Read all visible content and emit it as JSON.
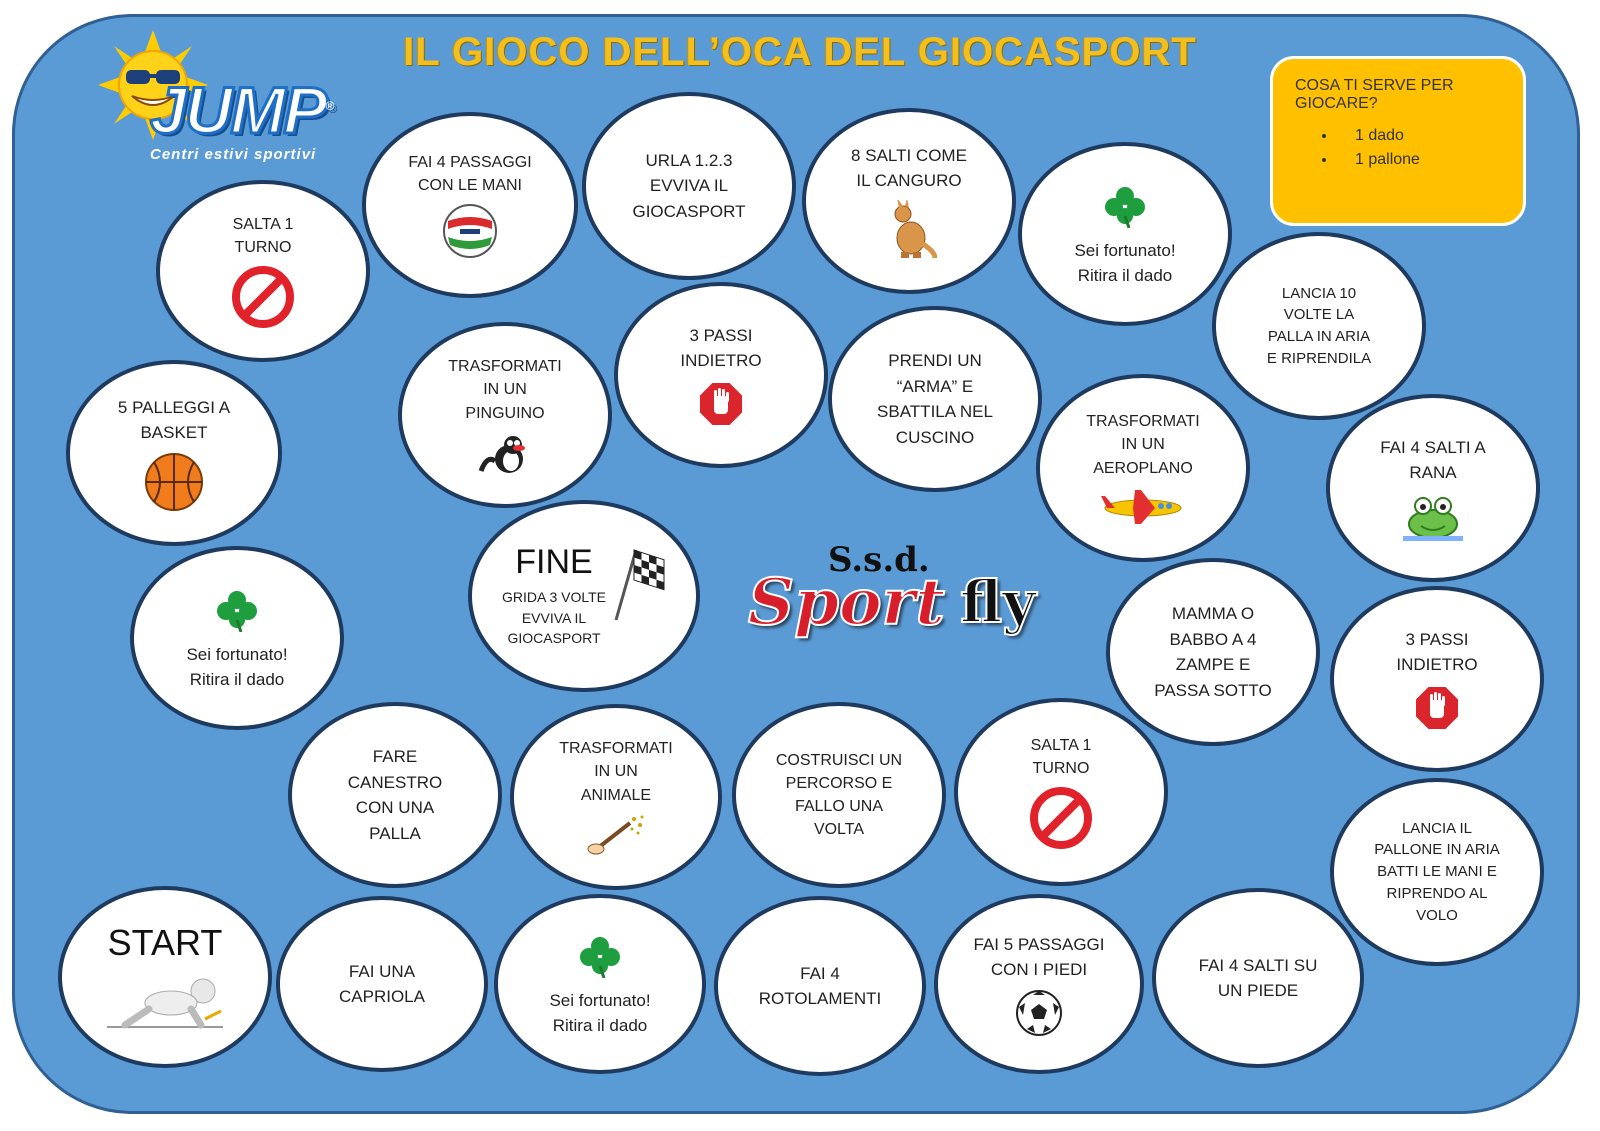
{
  "title": "IL GIOCO DELL’OCA DEL GIOCASPORT",
  "logo": {
    "brand": "JUMP",
    "reg": "®",
    "subtitle": "Centri estivi sportivi"
  },
  "sponsor": {
    "ssd": "S.s.d.",
    "sport": "Sport",
    "fly": "fly"
  },
  "info": {
    "heading": "COSA TI SERVE PER GIOCARE?",
    "items": [
      "1 dado",
      "1 pallone"
    ]
  },
  "colors": {
    "board": "#5b9bd5",
    "info_box": "#ffc000",
    "title": "#f2bf1f",
    "cell_border": "#1e3a5f"
  },
  "cells": {
    "start": {
      "label": "START",
      "icon": "crawling-figure-icon"
    },
    "capriola": {
      "text": "FAI UNA\nCAPRIOLA"
    },
    "lucky1": {
      "text": "Sei fortunato!\nRitira il dado",
      "icon": "clover-icon"
    },
    "rotolamenti": {
      "text": "FAI 4\nROTOLAMENTI"
    },
    "passaggi_piedi": {
      "text": "FAI 5 PASSAGGI\nCON I PIEDI",
      "icon": "soccer-ball-icon"
    },
    "salti_piede": {
      "text": "FAI 4 SALTI SU\nUN PIEDE"
    },
    "lancia_pallone": {
      "text": "LANCIA IL\nPALLONE IN ARIA\nBATTI LE MANI E\nRIPRENDO AL\nVOLO"
    },
    "passi_indietro_right": {
      "text": "3 PASSI\nINDIETRO",
      "icon": "stop-hand-icon"
    },
    "salti_rana": {
      "text": "FAI 4 SALTI A\nRANA",
      "icon": "frog-icon"
    },
    "lancia_palla": {
      "text": "LANCIA 10\nVOLTE LA\nPALLA IN ARIA\nE RIPRENDILA"
    },
    "lucky2": {
      "text": "Sei fortunato!\nRitira il dado",
      "icon": "clover-icon"
    },
    "canguro": {
      "text": "8 SALTI COME\nIL CANGURO",
      "icon": "kangaroo-icon"
    },
    "urla": {
      "text": "URLA 1.2.3\nEVVIVA IL\nGIOCASPORT"
    },
    "passaggi_mani": {
      "text": "FAI 4 PASSAGGI\nCON LE MANI",
      "icon": "volleyball-icon"
    },
    "salta_turno1": {
      "text": "SALTA 1\nTURNO",
      "icon": "no-entry-icon"
    },
    "palleggi": {
      "text": "5 PALLEGGI A\nBASKET",
      "icon": "basketball-icon"
    },
    "lucky3": {
      "text": "Sei fortunato!\nRitira il dado",
      "icon": "clover-icon"
    },
    "canestro": {
      "text": "FARE\nCANESTRO\nCON UNA\nPALLA"
    },
    "animale": {
      "text": "TRASFORMATI\nIN UN\nANIMALE",
      "icon": "magic-wand-icon"
    },
    "percorso": {
      "text": "COSTRUISCI UN\nPERCORSO E\nFALLO UNA\nVOLTA"
    },
    "salta_turno2": {
      "text": "SALTA 1\nTURNO",
      "icon": "no-entry-icon"
    },
    "mamma": {
      "text": "MAMMA O\nBABBO A 4\nZAMPE E\nPASSA SOTTO"
    },
    "aeroplano": {
      "text": "TRASFORMATI\nIN UN\nAEROPLANO",
      "icon": "airplane-icon"
    },
    "arma": {
      "text": "PRENDI UN\n“ARMA” E\nSBATTILA NEL\nCUSCINO"
    },
    "passi_indietro_center": {
      "text": "3 PASSI\nINDIETRO",
      "icon": "stop-hand-icon"
    },
    "pinguino": {
      "text": "TRASFORMATI\nIN UN\nPINGUINO",
      "icon": "penguin-icon"
    },
    "fine": {
      "label": "FINE",
      "text": "GRIDA 3 VOLTE\nEVVIVA IL\nGIOCASPORT",
      "icon": "checkered-flag-icon"
    }
  }
}
